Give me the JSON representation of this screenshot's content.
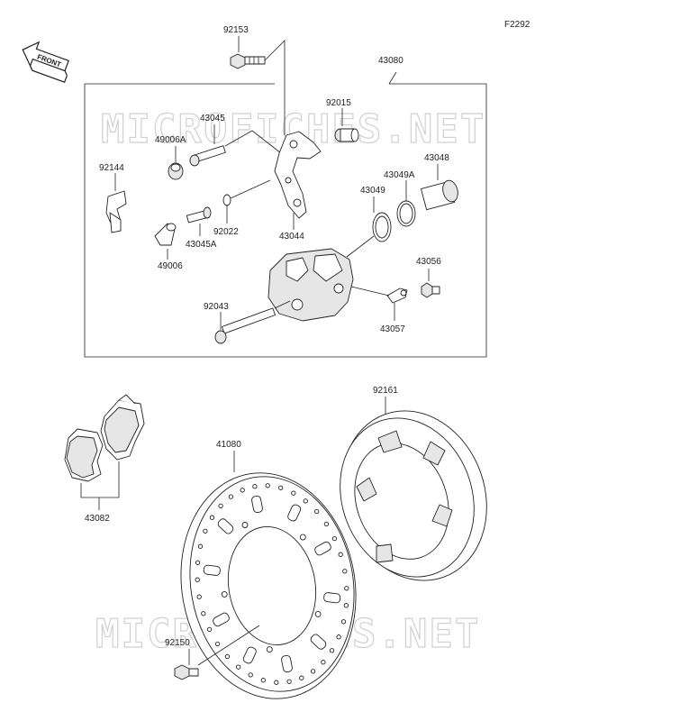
{
  "diagram": {
    "figure_code": "F2292",
    "direction_label": "FRONT",
    "watermark": "MICROFICHES.NET",
    "part_numbers": {
      "p92153": "92153",
      "p43080": "43080",
      "p43045": "43045",
      "p92015": "92015",
      "p49006A": "49006A",
      "p43048": "43048",
      "p43049A": "43049A",
      "p92144": "92144",
      "p43049": "43049",
      "p92022": "92022",
      "p43045A": "43045A",
      "p43044": "43044",
      "p49006": "49006",
      "p43056": "43056",
      "p92043": "92043",
      "p43057": "43057",
      "p92161": "92161",
      "p41080": "41080",
      "p43082": "43082",
      "p92150": "92150"
    }
  }
}
